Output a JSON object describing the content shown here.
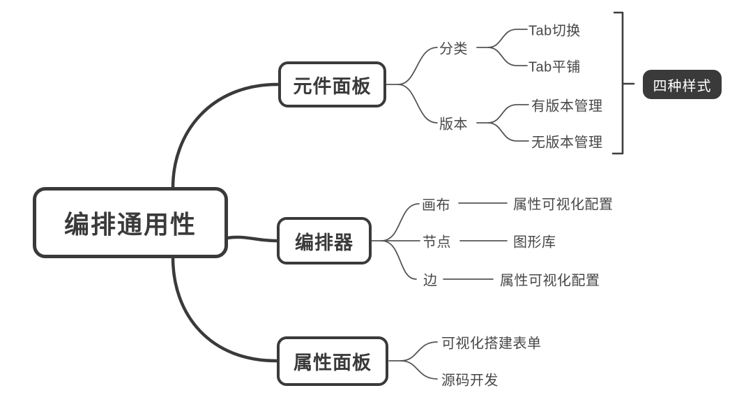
{
  "colors": {
    "ink": "#3a3a3a",
    "thin_line": "#555555",
    "label_text": "#474747",
    "badge_background": "#3a3a3a",
    "badge_text": "#ffffff",
    "background": "#ffffff"
  },
  "mindmap": {
    "root": {
      "label": "编排通用性"
    },
    "branches": [
      {
        "label": "元件面板",
        "children": [
          {
            "label": "分类",
            "children": [
              {
                "label": "Tab切换"
              },
              {
                "label": "Tab平铺"
              }
            ]
          },
          {
            "label": "版本",
            "children": [
              {
                "label": "有版本管理"
              },
              {
                "label": "无版本管理"
              }
            ]
          }
        ]
      },
      {
        "label": "编排器",
        "children": [
          {
            "label": "画布",
            "children": [
              {
                "label": "属性可视化配置"
              }
            ]
          },
          {
            "label": "节点",
            "children": [
              {
                "label": "图形库"
              }
            ]
          },
          {
            "label": "边",
            "children": [
              {
                "label": "属性可视化配置"
              }
            ]
          }
        ]
      },
      {
        "label": "属性面板",
        "children": [
          {
            "label": "可视化搭建表单"
          },
          {
            "label": "源码开发"
          }
        ]
      }
    ],
    "annotation": {
      "label": "四种样式"
    }
  }
}
